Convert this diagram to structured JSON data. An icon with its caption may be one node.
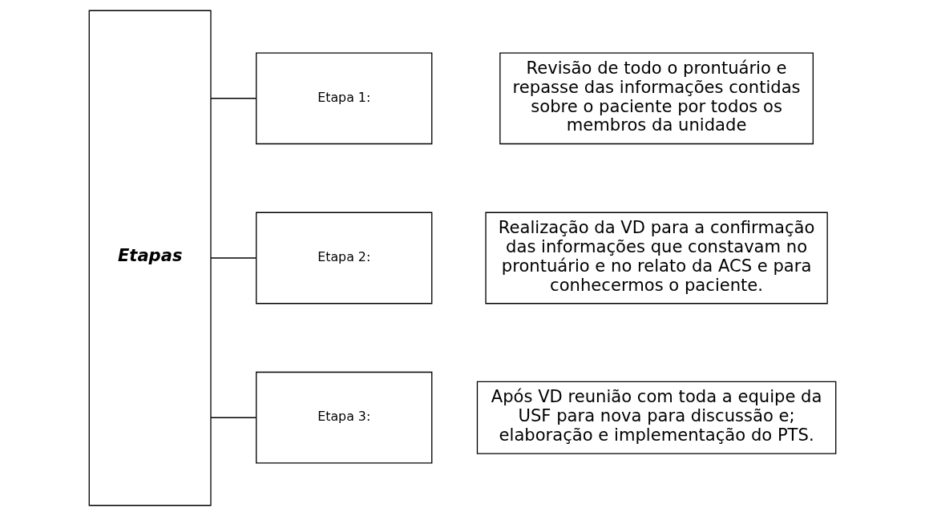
{
  "diagram": {
    "nodes": [
      {
        "text": [
          "Etapas"
        ]
      },
      {
        "text": [
          "Etapa 1:"
        ]
      },
      {
        "text": [
          "Etapa 2:"
        ]
      },
      {
        "text": [
          "Etapa 3:"
        ]
      },
      {
        "text": [
          "Revisão de todo o prontuário e repasse das informações contidas sobre o paciente por todos os membros da unidade"
        ]
      },
      {
        "text": [
          "Realização da VD para a confirmação das informações que constavam no prontuário e no relato da ACS e para conhecermos o paciente."
        ]
      },
      {
        "text": [
          "Após VD reunião com toda a equipe da USF para nova para discussão e; elaboração e implementação do PTS."
        ]
      }
    ],
    "edges": [
      {
        "from": 0,
        "to": 1,
        "arrow": "none"
      },
      {
        "from": 0,
        "to": 2,
        "arrow": "none"
      },
      {
        "from": 0,
        "to": 3,
        "arrow": "none"
      }
    ]
  }
}
